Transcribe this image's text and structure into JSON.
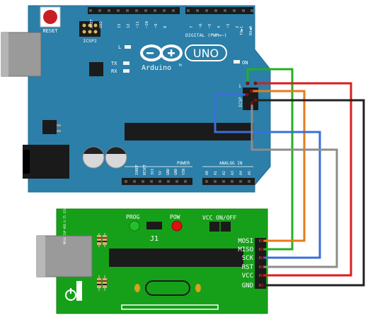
{
  "arduino": {
    "reset_label": "RESET",
    "icsp2_label": "ICSP2",
    "l_label": "L",
    "tx_label": "TX",
    "rx_label": "RX",
    "on_label": "ON",
    "uno_label": "UNO",
    "brand_label": "Arduino",
    "tm_label": "TM",
    "digital_header_label": "DIGITAL (PWM=~)",
    "icsp_label": "ICSP",
    "icsp_pin1_label": "1",
    "aref_label": "AREF",
    "gnd_top_label": "GND",
    "txd_label": "TX▶1",
    "rxd_label": "RX◀0",
    "digital_pins": [
      "13",
      "12",
      "~11",
      "~10",
      "~9",
      "8",
      "7",
      "~6",
      "~5",
      "4",
      "~3",
      "2"
    ],
    "power_header_label": "POWER",
    "analog_header_label": "ANALOG IN",
    "power_pins": [
      "IOREF",
      "RESET",
      "3V3",
      "5V",
      "GND",
      "GND",
      "VIN"
    ],
    "analog_pins": [
      "A0",
      "A1",
      "A2",
      "A3",
      "A4",
      "A5"
    ]
  },
  "programmer": {
    "prog_label": "PROG",
    "pow_label": "POW",
    "vcc_onoff_label": "VCC ON/OFF",
    "j1_label": "J1",
    "pins": [
      "MOSI",
      "MISO",
      "SCK",
      "RST",
      "VCC",
      "GND"
    ],
    "side_text": "MEGA ISP-VER 0.75 ICSP",
    "led_prog_color": "#22c02a",
    "led_pow_color": "#e01010"
  },
  "colors": {
    "arduino_board": "#2b7fa8",
    "programmer_board": "#16a019",
    "wire_green": "#22b022",
    "wire_orange": "#e87a1a",
    "wire_red": "#d81e1e",
    "wire_black": "#222222",
    "wire_blue": "#3a6fd8",
    "wire_gray": "#8c8c8c"
  }
}
